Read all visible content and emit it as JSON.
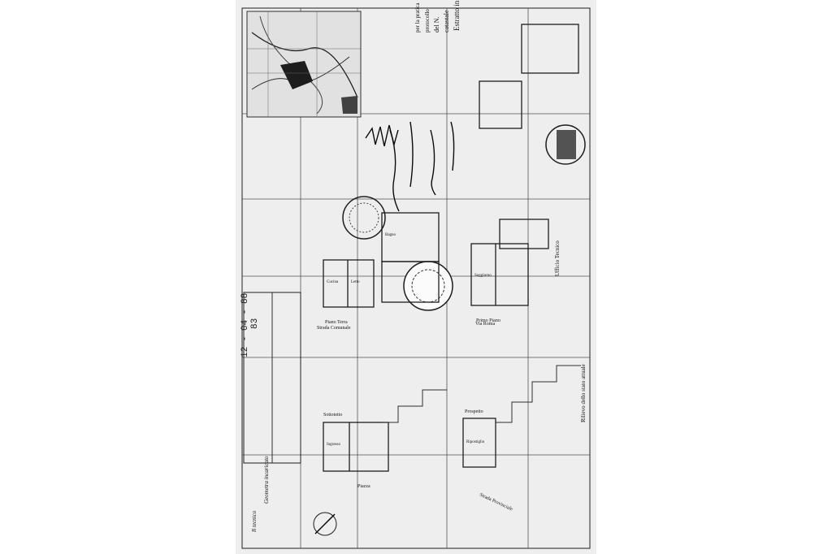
{
  "document": {
    "title_lines": [
      "Estratto in scala",
      "catastale",
      "del N.",
      "protocollo",
      "per la pratica"
    ],
    "stamp_date": "12 - 04 - 88",
    "stamp_number": "83",
    "side_note_top": "Ufficio Tecnico",
    "side_note_bottom": "Rilievo dello stato attuale",
    "street_labels": [
      "Strada Comunale",
      "Via Roma",
      "Strada Provinciale",
      "Piazza"
    ],
    "room_labels": [
      "Cucina",
      "Letto",
      "Bagno",
      "Soggiorno",
      "Ingresso",
      "Ripostiglio"
    ],
    "floor_labels": [
      "Piano Terra",
      "Primo Piano",
      "Sottotetto",
      "Prospetto"
    ],
    "signature_text": "Geometra incaricato",
    "footer_note": "Il tecnico"
  }
}
